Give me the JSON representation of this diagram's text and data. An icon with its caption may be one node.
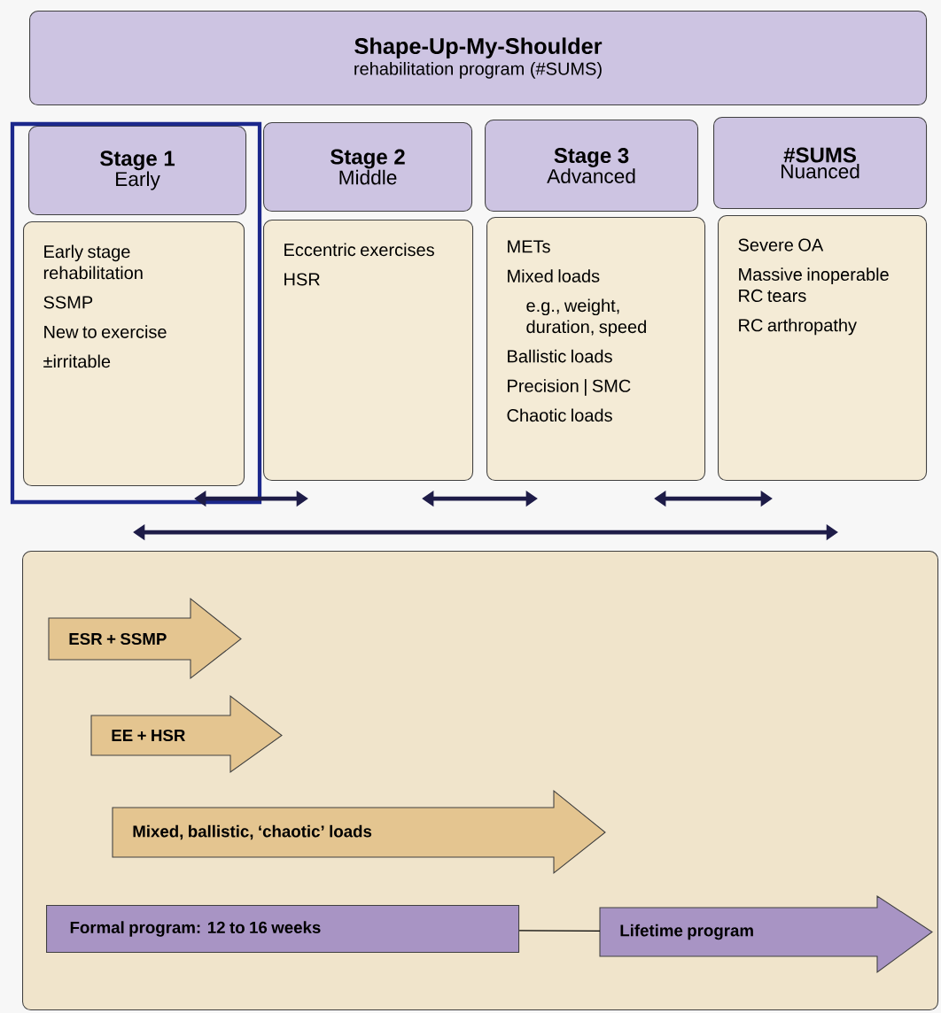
{
  "diagram": {
    "nodes": [
      {
        "text": [
          "Shape-Up-My-Shoulder",
          "rehabilitation program (#SUMS)"
        ]
      },
      {
        "text": [
          "Stage 1",
          "Early"
        ]
      },
      {
        "text": [
          "Stage 2",
          "Middle"
        ]
      },
      {
        "text": [
          "Stage 3",
          "Advanced"
        ]
      },
      {
        "text": [
          "#SUMS",
          "Nuanced"
        ]
      },
      {
        "text": [
          "Early stage rehabilitation",
          "SSMP",
          "New to exercise",
          "±irritable"
        ]
      },
      {
        "text": [
          "Eccentric exercises",
          "HSR"
        ]
      },
      {
        "text": [
          "METs",
          "Mixed loads",
          "e.g., weight, duration, speed",
          "Ballistic loads",
          "Precision | SMC",
          "Chaotic loads"
        ]
      },
      {
        "text": [
          "Severe OA",
          "Massive inoperable RC tears",
          "RC arthropathy"
        ]
      },
      {
        "text": [],
        "shape": "box"
      },
      {
        "text": [
          "ESR + SSMP"
        ],
        "in": 9
      },
      {
        "text": [
          "EE + HSR"
        ],
        "in": 9
      },
      {
        "text": [
          "Mixed, ballistic, ‘chaotic’ loads"
        ],
        "in": 9
      },
      {
        "text": [
          "Formal program: 12 to 16 weeks"
        ],
        "in": 9
      },
      {
        "text": [
          "Lifetime program"
        ],
        "in": 9
      }
    ],
    "edges": [
      {
        "from": 5,
        "to": 6,
        "arrow": "both"
      },
      {
        "from": 6,
        "to": 7,
        "arrow": "both"
      },
      {
        "from": 7,
        "to": 8,
        "arrow": "both"
      },
      {
        "from": 5,
        "to": 8,
        "arrow": "both"
      },
      {
        "from": 13,
        "to": 14,
        "arrow": "none"
      }
    ]
  }
}
